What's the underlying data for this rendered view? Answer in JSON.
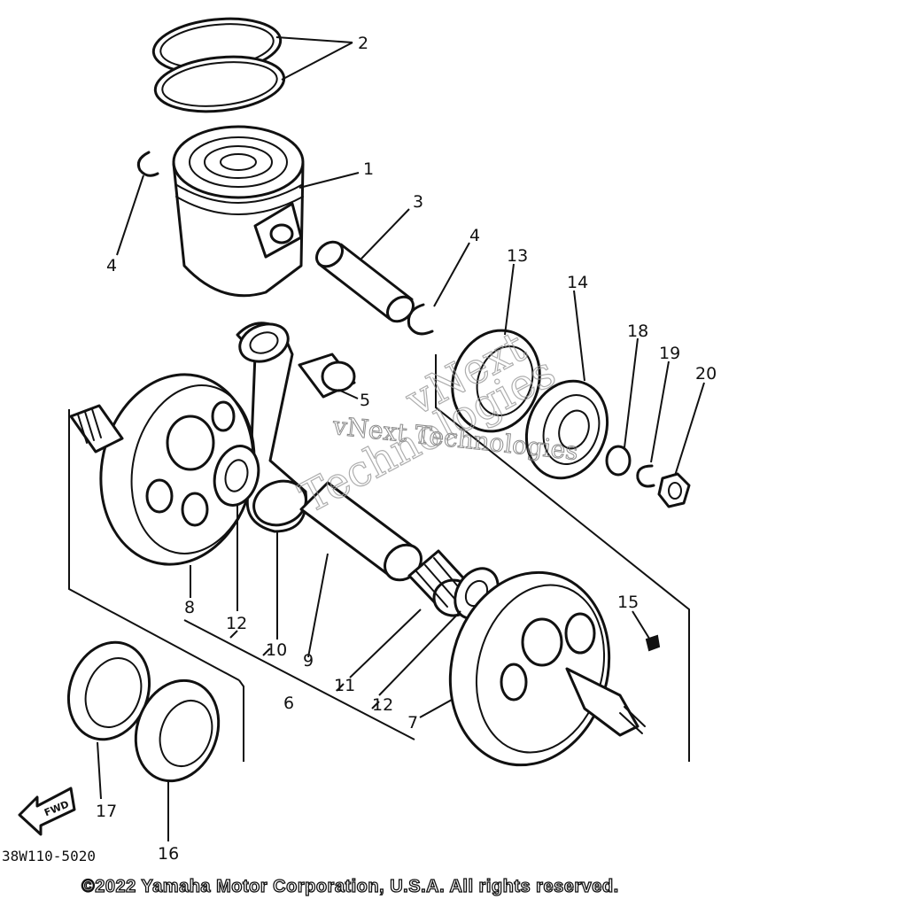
{
  "diagram": {
    "callouts": {
      "c1": "1",
      "c2": "2",
      "c3": "3",
      "c4a": "4",
      "c4b": "4",
      "c5": "5",
      "c6": "6",
      "c7": "7",
      "c8": "8",
      "c9": "9",
      "c10": "10",
      "c11": "11",
      "c12a": "12",
      "c12b": "12",
      "c13": "13",
      "c14": "14",
      "c15": "15",
      "c16": "16",
      "c17": "17",
      "c18": "18",
      "c19": "19",
      "c20": "20"
    },
    "fwd_label": "FWD",
    "figure_code": "38W110-5020",
    "copyright": "©2022 Yamaha Motor Corporation, U.S.A. All rights reserved.",
    "watermark": {
      "line1": "vNext Technologies",
      "line2": "vNext",
      "line3": "Technologies"
    }
  }
}
